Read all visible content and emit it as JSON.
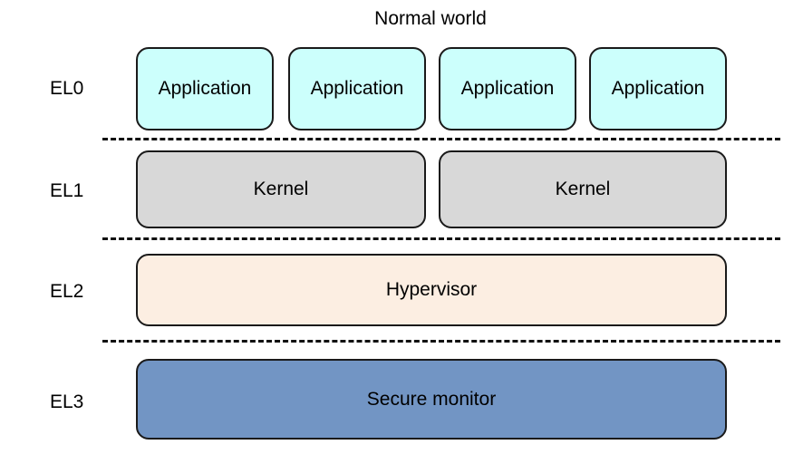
{
  "diagram": {
    "title": "Normal world",
    "levels": [
      {
        "label": "EL0"
      },
      {
        "label": "EL1"
      },
      {
        "label": "EL2"
      },
      {
        "label": "EL3"
      }
    ],
    "rows": {
      "el0": {
        "boxes": [
          {
            "label": "Application"
          },
          {
            "label": "Application"
          },
          {
            "label": "Application"
          },
          {
            "label": "Application"
          }
        ]
      },
      "el1": {
        "boxes": [
          {
            "label": "Kernel"
          },
          {
            "label": "Kernel"
          }
        ]
      },
      "el2": {
        "boxes": [
          {
            "label": "Hypervisor"
          }
        ]
      },
      "el3": {
        "boxes": [
          {
            "label": "Secure monitor"
          }
        ]
      }
    },
    "colors": {
      "application": "#CCFFFC",
      "kernel": "#D8D8D8",
      "hypervisor": "#FCEEE2",
      "secure_monitor": "#7295C4",
      "outline": "#1a1a1a",
      "divider": "#111111",
      "background": "#ffffff",
      "text": "#000000"
    }
  }
}
